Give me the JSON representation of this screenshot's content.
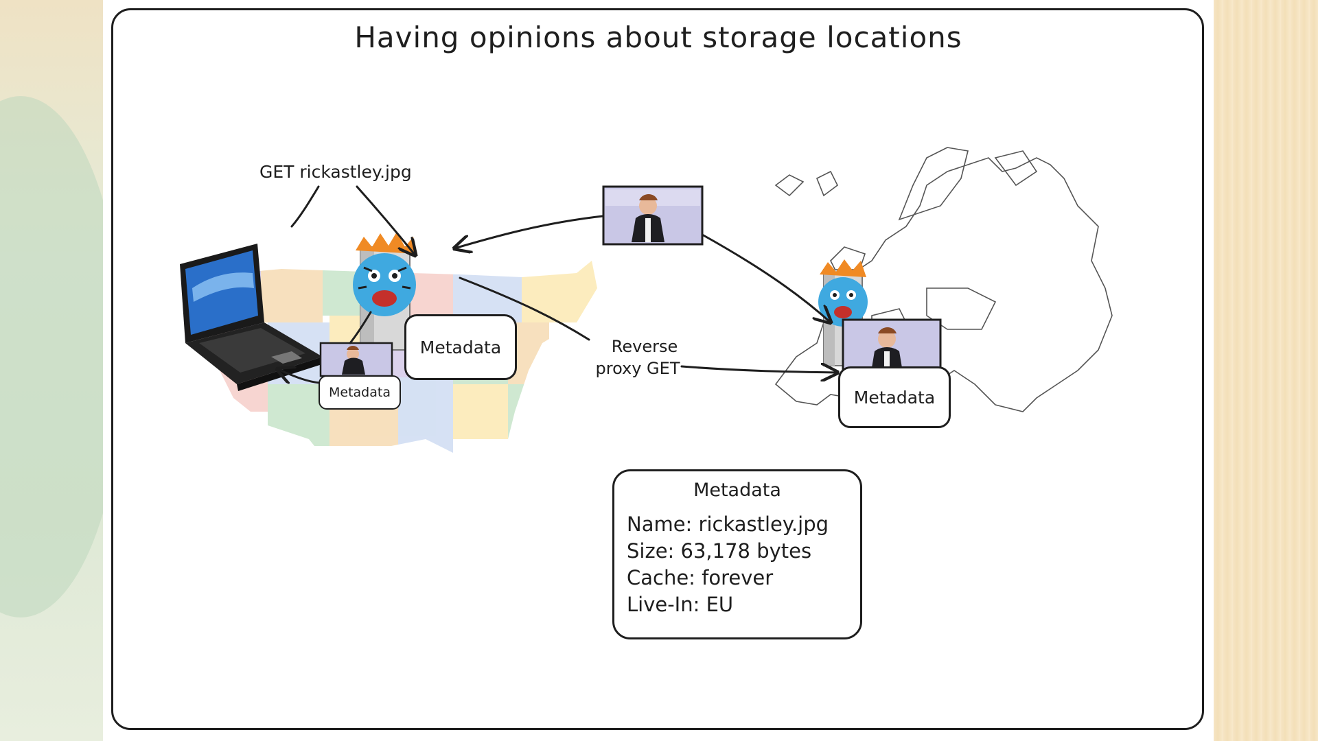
{
  "slide": {
    "title": "Having opinions about storage locations"
  },
  "diagram": {
    "request_label": "GET rickastley.jpg",
    "proxy_label_line1": "Reverse",
    "proxy_label_line2": "proxy GET",
    "us_server_metadata": "Metadata",
    "client_cache_metadata": "Metadata",
    "eu_server_metadata": "Metadata"
  },
  "metadata_box": {
    "title": "Metadata",
    "name": "Name: rickastley.jpg",
    "size": "Size: 63,178 bytes",
    "cache": "Cache: forever",
    "live_in": "Live-In: EU"
  },
  "colors": {
    "ink": "#1e1e1e",
    "us_map_palette": [
      "#cfc3e6",
      "#f5d6a8",
      "#bfe0c2",
      "#f4c7c1",
      "#c8d7f0",
      "#fbe6a8"
    ],
    "tiger_blue": "#3fa9e0",
    "flame_orange": "#f08a24"
  },
  "icons": [
    "laptop-icon",
    "server-icon",
    "tiger-mascot-icon",
    "photo-thumbnail-icon",
    "us-map-icon",
    "europe-map-icon"
  ]
}
